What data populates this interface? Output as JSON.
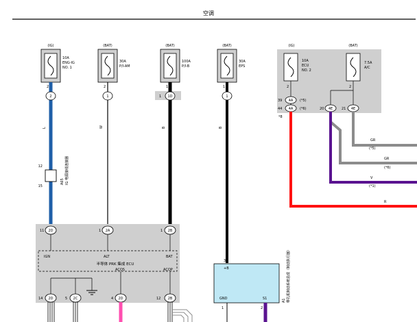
{
  "page": {
    "title": "空调"
  },
  "fuses": [
    {
      "source": "(IG)",
      "rating": "10A",
      "name": "ENG-IG",
      "extra": "NO. 1",
      "pin": "2",
      "conn": "2"
    },
    {
      "source": "(BAT)",
      "rating": "30A",
      "name": "P/I-AM",
      "extra": "",
      "pin": "2",
      "conn": "1"
    },
    {
      "source": "(BAT)",
      "rating": "100A",
      "name": "P/I-B",
      "extra": "",
      "pin": "1",
      "conn": "1D"
    },
    {
      "source": "(BAT)",
      "rating": "30A",
      "name": "EPS",
      "extra": "",
      "pin": "1",
      "conn": "1"
    }
  ],
  "right_fuses": [
    {
      "source": "(IG)",
      "rating": "10A",
      "name": "ECU",
      "extra": "NO. 2",
      "pin": "2"
    },
    {
      "source": "(BAT)",
      "rating": "7.5A",
      "name": "A/C",
      "extra": "",
      "pin": "2"
    }
  ],
  "right_pins": {
    "p39": "39",
    "c39": "4A",
    "s39": "(*5)",
    "p44": "44",
    "c44": "4A",
    "s44": "(*6)",
    "p20": "20",
    "c20": "4E",
    "p21": "21",
    "c21": "4E",
    "star": "*8"
  },
  "wire_labels": {
    "w1": "L",
    "w2": "W",
    "w3": "B",
    "w4": "B",
    "gr1": "GR",
    "gr1_sub": "(*5)",
    "gr2": "GR",
    "gr2_sub": "(*6)",
    "v": "V",
    "v_sub": "(*1)",
    "r": "R"
  },
  "splice": {
    "id": "A65",
    "name": "IG 电源接线连接器",
    "pin_top": "12",
    "pin_bottom": "15"
  },
  "ecu": {
    "label": "半导体 PRK 集成 ECU",
    "ign": "IGN",
    "alt": "ALT",
    "bat": "BAT",
    "acos": "ACOS",
    "acop": "ACOP",
    "t11": "11",
    "c11": "2D",
    "t1": "1",
    "c1": "2A",
    "t1b": "1",
    "c1b": "2B",
    "t14": "14",
    "c14": "2D",
    "t5": "5",
    "c5": "2C",
    "t4": "4",
    "c4": "2D",
    "t12": "12",
    "c12": "2B"
  },
  "module": {
    "id": "A1",
    "name": "带孔机制动系统总成（制动执行器）",
    "plus_b": "+B",
    "gnd": "GND",
    "s1": "S1",
    "pin_top": "3",
    "pin_gnd": "1",
    "pin_s1": "2"
  },
  "colors": {
    "blue": "#1f5fa8",
    "black": "#000000",
    "red": "#ff1010",
    "purple": "#5a1390",
    "gray": "#8c8c8c",
    "pink": "#ff4fb0",
    "box": "#cfcfcf",
    "module": "#bfe8f5"
  }
}
